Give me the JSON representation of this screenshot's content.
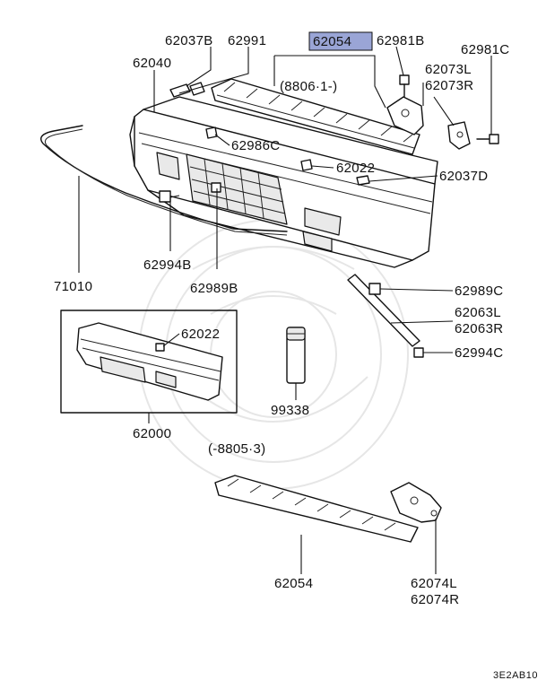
{
  "diagram": {
    "highlight_color": "#9aa5d6",
    "date_ranges": {
      "new_model": "(8806·1-)",
      "old_model": "(-8805·3)"
    },
    "parts": {
      "p62037B": "62037B",
      "p62991": "62991",
      "p62054_highlight": "62054",
      "p62981B": "62981B",
      "p62981C": "62981C",
      "p62040": "62040",
      "p62073L": "62073L",
      "p62073R": "62073R",
      "p62986C": "62986C",
      "p62022_top": "62022",
      "p62037D": "62037D",
      "p62994B": "62994B",
      "p62989B": "62989B",
      "p71010": "71010",
      "p62989C": "62989C",
      "p62063L": "62063L",
      "p62063R": "62063R",
      "p62994C": "62994C",
      "p62022_box": "62022",
      "p99338": "99338",
      "p62000": "62000",
      "p62054_bottom": "62054",
      "p62074L": "62074L",
      "p62074R": "62074R"
    },
    "diagram_code": "3E2AB10"
  }
}
